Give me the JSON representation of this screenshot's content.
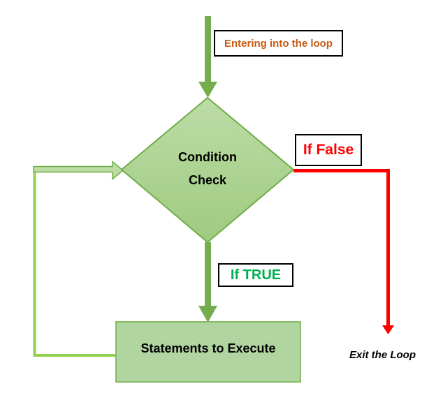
{
  "diagram": {
    "description": "Loop control-flow flowchart",
    "labels": {
      "entering": {
        "text": "Entering into the loop",
        "text_color": "#C55A11"
      },
      "if_false": {
        "text": "If False",
        "text_color": "#FF0000"
      },
      "if_true": {
        "text": "If TRUE",
        "text_color": "#00B050"
      },
      "exit": {
        "text": "Exit the Loop",
        "text_color": "#000000"
      }
    },
    "nodes": {
      "condition": {
        "shape": "diamond",
        "line1": "Condition",
        "line2": "Check"
      },
      "statements": {
        "shape": "rectangle",
        "text": "Statements to Execute"
      }
    },
    "colors": {
      "flow_arrow_green": "#74AE4C",
      "diamond_fill_top": "#BCDCA6",
      "diamond_fill_bottom": "#9FCB80",
      "diamond_stroke": "#70AD47",
      "rect_fill": "#B1D5A0",
      "rect_stroke": "#85BC64",
      "loop_line_green": "#92D050",
      "exit_arrow_red": "#FF0000",
      "label_border": "#000000",
      "background": "#FFFFFF"
    }
  }
}
